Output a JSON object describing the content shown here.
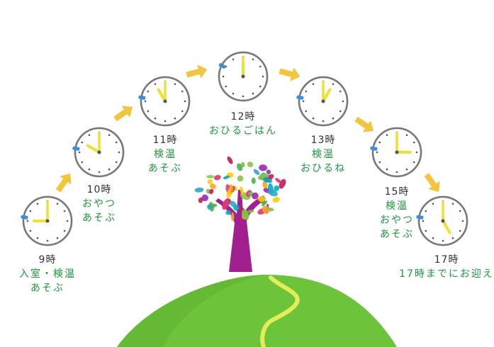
{
  "colors": {
    "clock_face": "#ffffff",
    "clock_rim": "#777777",
    "hand": "#f0e030",
    "arrow": "#f2c53a",
    "marker": "#3a8ee0",
    "hill": "#6cc43a",
    "trunk": "#a21f8f",
    "time_text": "#333333",
    "activity_text": "#1a9a3a"
  },
  "schedule": [
    {
      "time": "9時",
      "hour": 9,
      "activities": [
        "入室・検温",
        "あそぶ"
      ]
    },
    {
      "time": "10時",
      "hour": 10,
      "activities": [
        "おやつ",
        "あそぶ"
      ]
    },
    {
      "time": "11時",
      "hour": 11,
      "activities": [
        "検温",
        "あそぶ"
      ]
    },
    {
      "time": "12時",
      "hour": 12,
      "activities": [
        "おひるごはん"
      ]
    },
    {
      "time": "13時",
      "hour": 13,
      "activities": [
        "検温",
        "おひるね"
      ]
    },
    {
      "time": "15時",
      "hour": 15,
      "activities": [
        "検温",
        "おやつ",
        "あそぶ"
      ]
    },
    {
      "time": "17時",
      "hour": 17,
      "activities": [
        "17時までにお迎え"
      ]
    }
  ],
  "illustration": [
    "tree-graphic",
    "green-hill",
    "winding-path"
  ]
}
